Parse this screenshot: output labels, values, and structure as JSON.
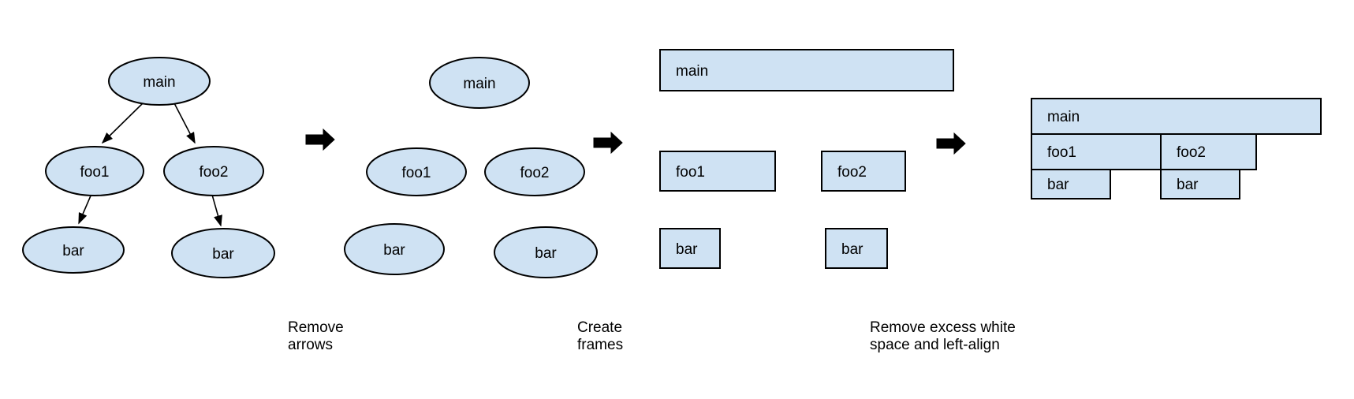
{
  "colors": {
    "node_fill": "#cfe2f3",
    "node_stroke": "#000000",
    "arrow_fill": "#000000",
    "text": "#000000",
    "background": "#ffffff"
  },
  "stages": [
    {
      "name": "call-tree-with-arrows",
      "shape": "ellipse",
      "nodes": [
        {
          "label": "main"
        },
        {
          "label": "foo1"
        },
        {
          "label": "foo2"
        },
        {
          "label": "bar"
        },
        {
          "label": "bar"
        }
      ],
      "edges": [
        {
          "from": "main",
          "to": "foo1"
        },
        {
          "from": "main",
          "to": "foo2"
        },
        {
          "from": "foo1",
          "to": "bar"
        },
        {
          "from": "foo2",
          "to": "bar"
        }
      ]
    },
    {
      "name": "call-tree-without-arrows",
      "shape": "ellipse",
      "nodes": [
        {
          "label": "main"
        },
        {
          "label": "foo1"
        },
        {
          "label": "foo2"
        },
        {
          "label": "bar"
        },
        {
          "label": "bar"
        }
      ],
      "edges": []
    },
    {
      "name": "frames",
      "shape": "rect",
      "nodes": [
        {
          "label": "main"
        },
        {
          "label": "foo1"
        },
        {
          "label": "foo2"
        },
        {
          "label": "bar"
        },
        {
          "label": "bar"
        }
      ],
      "edges": []
    },
    {
      "name": "flame-graph-compacted",
      "shape": "rect",
      "nodes": [
        {
          "label": "main"
        },
        {
          "label": "foo1"
        },
        {
          "label": "foo2"
        },
        {
          "label": "bar"
        },
        {
          "label": "bar"
        }
      ],
      "edges": []
    }
  ],
  "captions": [
    {
      "lines": [
        "Remove",
        "arrows"
      ]
    },
    {
      "lines": [
        "Create",
        "frames"
      ]
    },
    {
      "lines": [
        "Remove excess white",
        "space and left-align"
      ]
    }
  ],
  "transition_arrows": [
    {
      "icon": "right-block-arrow"
    },
    {
      "icon": "right-block-arrow"
    },
    {
      "icon": "right-block-arrow"
    }
  ]
}
